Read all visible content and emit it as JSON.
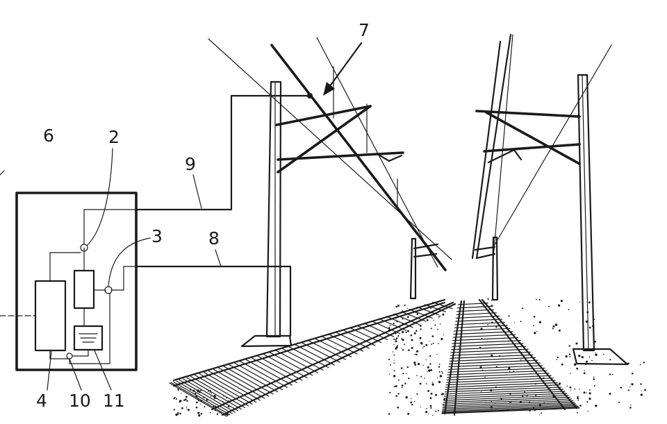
{
  "labels": {
    "ref_2": "2",
    "ref_3": "3",
    "ref_4": "4",
    "ref_6": "6",
    "ref_7": "7",
    "ref_8": "8",
    "ref_9": "9",
    "ref_10": "10",
    "ref_11": "11"
  },
  "colors": {
    "ink": "#1a1a1a",
    "paper": "#ffffff"
  }
}
